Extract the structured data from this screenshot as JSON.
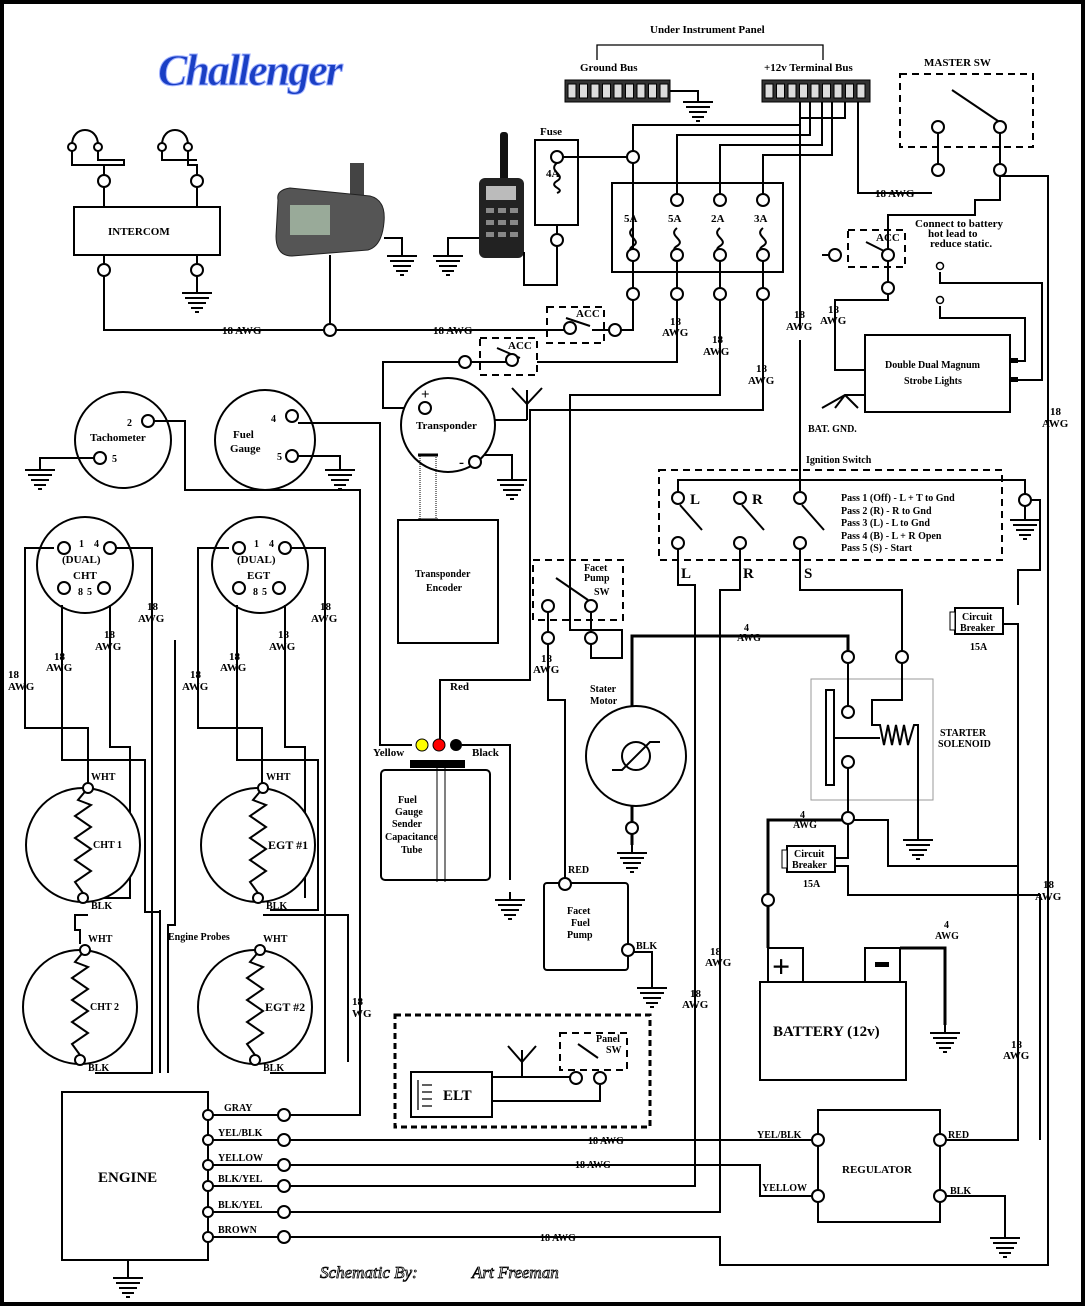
{
  "logo": "Challenger",
  "header": {
    "panel": "Under Instrument Panel",
    "ground_bus": "Ground Bus",
    "terminal_bus": "+12v Terminal Bus",
    "master_sw": "MASTER SW"
  },
  "intercom": "INTERCOM",
  "fuse": {
    "title": "Fuse",
    "rating": "4A"
  },
  "fuse_block": [
    "5A",
    "5A",
    "2A",
    "3A"
  ],
  "acc": "ACC",
  "gauge": {
    "awg18": "18 AWG",
    "n18": "18",
    "awg": "AWG",
    "n4": "4",
    "wg": "WG"
  },
  "strobe": {
    "note": [
      "Connect to battery",
      "hot lead to",
      "reduce static."
    ],
    "name": [
      "Double Dual Magnum",
      "Strobe Lights"
    ],
    "ground": "BAT. GND."
  },
  "transponder": {
    "name": "Transponder",
    "plus": "+",
    "minus": "-",
    "encoder": [
      "Transponder",
      "Encoder"
    ]
  },
  "tach": {
    "name": "Tachometer",
    "pin_a": "2",
    "pin_b": "5"
  },
  "fuel_gauge": {
    "name": [
      "Fuel",
      "Gauge"
    ],
    "pin_a": "4",
    "pin_b": "5"
  },
  "cht_gauge": {
    "pins": [
      "1",
      "4",
      "8",
      "5"
    ],
    "dual": "(DUAL)",
    "name": "CHT"
  },
  "egt_gauge": {
    "pins": [
      "1",
      "4",
      "8",
      "5"
    ],
    "dual": "(DUAL)",
    "name": "EGT"
  },
  "ignition": {
    "title": "Ignition Switch",
    "L": "L",
    "R": "R",
    "S": "S",
    "positions": [
      "Pass 1 (Off)  - L + T to Gnd",
      "Pass 2 (R)  - R to Gnd",
      "Pass 3 (L)  - L to Gnd",
      "Pass 4 (B)  - L + R Open",
      "Pass 5 (S)  - Start"
    ]
  },
  "pump_sw": [
    "Facet",
    "Pump",
    "SW"
  ],
  "starter_motor": [
    "Stater",
    "Motor"
  ],
  "solenoid": [
    "STARTER",
    "SOLENOID"
  ],
  "breaker": {
    "name": [
      "Circuit",
      "Breaker"
    ],
    "rating": "15A"
  },
  "probes": {
    "cht1": "CHT 1",
    "egt1": "EGT #1",
    "cht2": "CHT 2",
    "egt2": "EGT #2",
    "wht": "WHT",
    "blk": "BLK",
    "label": "Engine Probes"
  },
  "fuel_sender": {
    "name": [
      "Fuel",
      "Gauge",
      "Sender",
      "Capacitance",
      "Tube"
    ],
    "yellow": "Yellow",
    "black": "Black",
    "red": "Red"
  },
  "fuel_pump": {
    "name": [
      "Facet",
      "Fuel",
      "Pump"
    ],
    "red": "RED",
    "blk": "BLK"
  },
  "battery": {
    "name": "BATTERY  (12v)",
    "plus": "+",
    "minus": "-"
  },
  "regulator": {
    "name": "REGULATOR",
    "yel_blk": "YEL/BLK",
    "yellow": "YELLOW",
    "red": "RED",
    "blk": "BLK"
  },
  "elt": {
    "name": "ELT",
    "panel_sw": [
      "Panel",
      "SW"
    ]
  },
  "engine": {
    "name": "ENGINE",
    "wires": [
      "GRAY",
      "YEL/BLK",
      "YELLOW",
      "BLK/YEL",
      "BLK/YEL",
      "BROWN"
    ]
  },
  "credit": {
    "by": "Schematic By:",
    "name": "Art Freeman"
  },
  "colors": {
    "logo": "#1a3fc4",
    "yellow_wire": "#ffff00",
    "red_wire": "#ff0000",
    "black_wire": "#000000",
    "frame": "#000000"
  }
}
